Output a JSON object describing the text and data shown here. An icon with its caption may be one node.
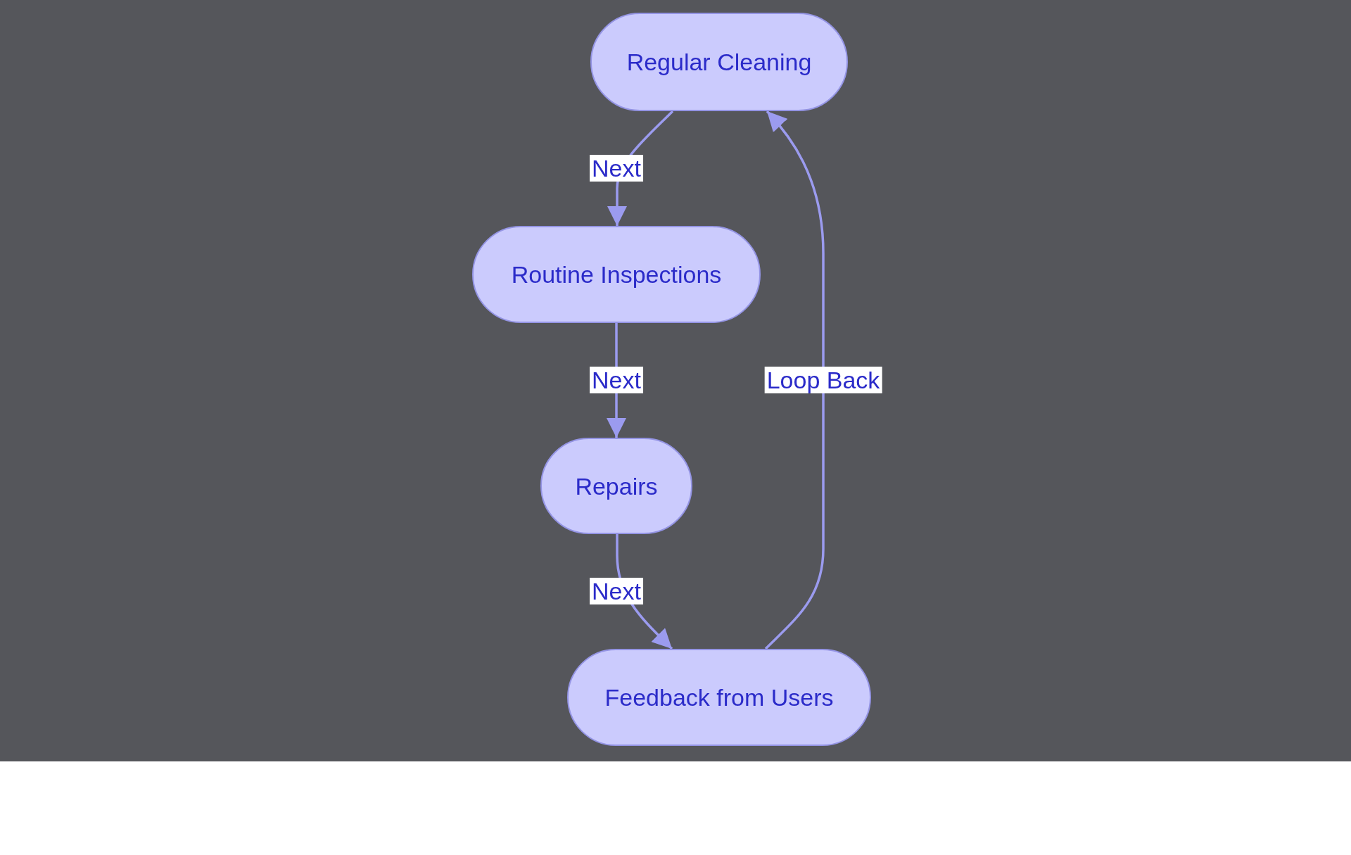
{
  "diagram": {
    "nodes": [
      {
        "text": [
          "Regular Cleaning"
        ]
      },
      {
        "text": [
          "Routine Inspections"
        ]
      },
      {
        "text": [
          "Repairs"
        ]
      },
      {
        "text": [
          "Feedback from Users"
        ]
      }
    ],
    "edges": [
      {
        "from": 0,
        "to": 1,
        "arrow": "to",
        "label": "Next"
      },
      {
        "from": 1,
        "to": 2,
        "arrow": "to",
        "label": "Next"
      },
      {
        "from": 2,
        "to": 3,
        "arrow": "to",
        "label": "Next"
      },
      {
        "from": 3,
        "to": 0,
        "arrow": "to",
        "label": "Loop Back"
      }
    ]
  }
}
